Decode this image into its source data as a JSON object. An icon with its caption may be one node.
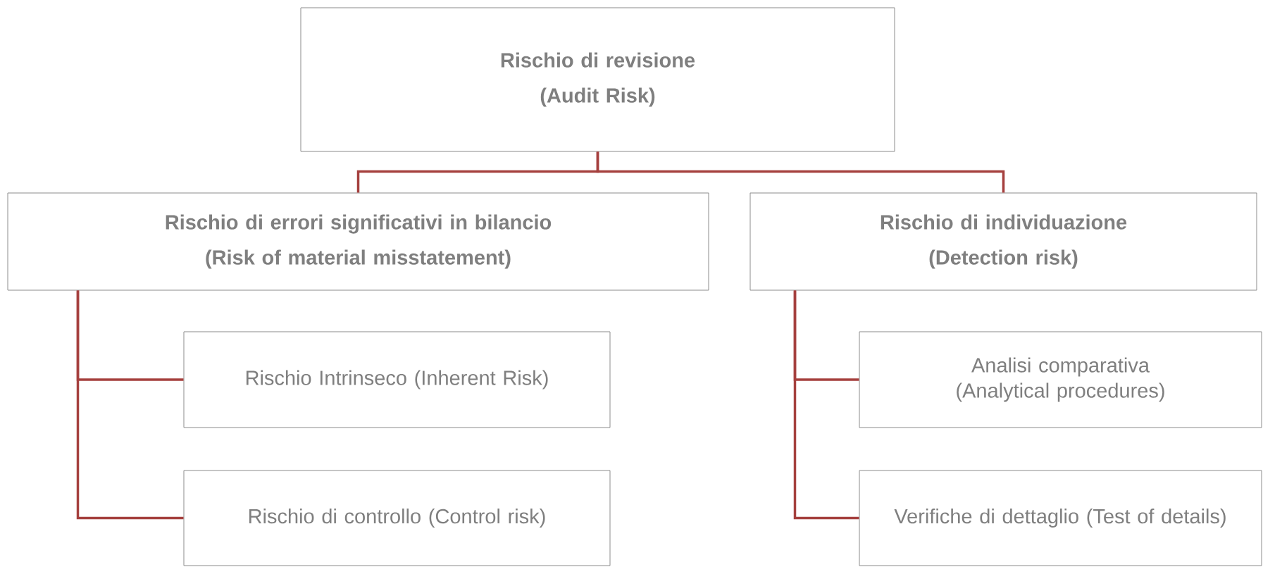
{
  "diagram": {
    "nodes": [
      {
        "text": [
          "Rischio di revisione",
          "(Audit Risk)"
        ]
      },
      {
        "text": [
          "Rischio di errori significativi in bilancio",
          "(Risk of material misstatement)"
        ]
      },
      {
        "text": [
          "Rischio di individuazione",
          "(Detection risk)"
        ]
      },
      {
        "text": [
          "Rischio Intrinseco (Inherent Risk)"
        ]
      },
      {
        "text": [
          "Rischio di controllo (Control risk)"
        ]
      },
      {
        "text": [
          "Analisi comparativa (Analytical procedures)"
        ]
      },
      {
        "text": [
          "Verifiche di dettaglio (Test of details)"
        ]
      }
    ],
    "edges": [
      {
        "from": 0,
        "to": 1,
        "arrow": "none"
      },
      {
        "from": 0,
        "to": 2,
        "arrow": "none"
      },
      {
        "from": 1,
        "to": 3,
        "arrow": "none"
      },
      {
        "from": 1,
        "to": 4,
        "arrow": "none"
      },
      {
        "from": 2,
        "to": 5,
        "arrow": "none"
      },
      {
        "from": 2,
        "to": 6,
        "arrow": "none"
      }
    ]
  }
}
